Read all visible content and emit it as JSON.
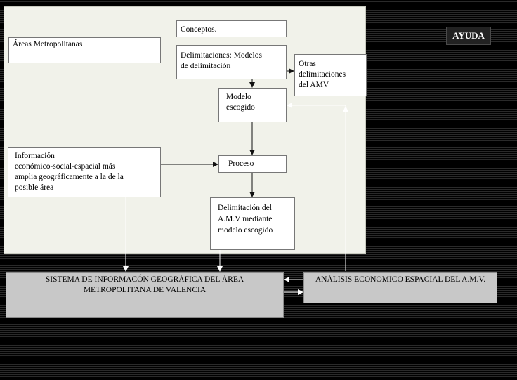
{
  "help_button": "AYUDA",
  "boxes": {
    "areas": "Áreas Metropolitanas",
    "conceptos": "Conceptos.",
    "delimitaciones": "Delimitaciones: Modelos\nde delimitación",
    "otras": "Otras\ndelimitaciones\ndel AMV",
    "modelo": "Modelo\nescogido",
    "informacion": "Información\n económico-social-espacial más\namplia geográficamente a la de la\nposible área",
    "proceso": "Proceso",
    "delimitacion_amv": "Delimitación del\nA.M.V mediante\nmodelo escogido",
    "sig": "SISTEMA DE INFORMACÓN GEOGRÁFICA DEL ÁREA\nMETROPOLITANA DE VALENCIA",
    "analisis": "ANÁLISIS ECONOMICO ESPACIAL DEL  A.M.V."
  },
  "colors": {
    "panel": "#f1f2ea",
    "button": "#222222",
    "gray_box": "#c8c8c8"
  }
}
